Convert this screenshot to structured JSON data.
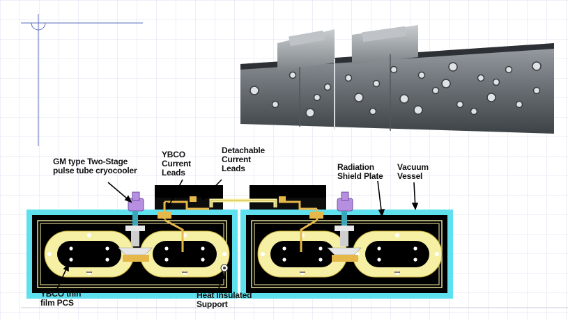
{
  "labels": {
    "cryocooler": "GM type Two-Stage\npulse tube cryocooler",
    "ybco_leads": "YBCO\nCurrent\nLeads",
    "detachable_leads": "Detachable\nCurrent\nLeads",
    "radiation_shield": "Radiation\nShield Plate",
    "vacuum_vessel": "Vacuum\nVessel",
    "ybco_pcs": "YBCO thin\nfilm PCS",
    "heat_support": "Heat Insulated\nSupport"
  },
  "colors": {
    "vessel_border": "#5ee0ef",
    "shield": "#000000",
    "coil": "#f6f0a4",
    "coil_edge": "#c9b23a",
    "lead_gold": "#e6b84a",
    "cryocooler_head": "#b78fe0",
    "cryo_stem": "#3aa6b8",
    "photo_metal": "#6d7378",
    "grid_line": "#d2d6ee"
  }
}
